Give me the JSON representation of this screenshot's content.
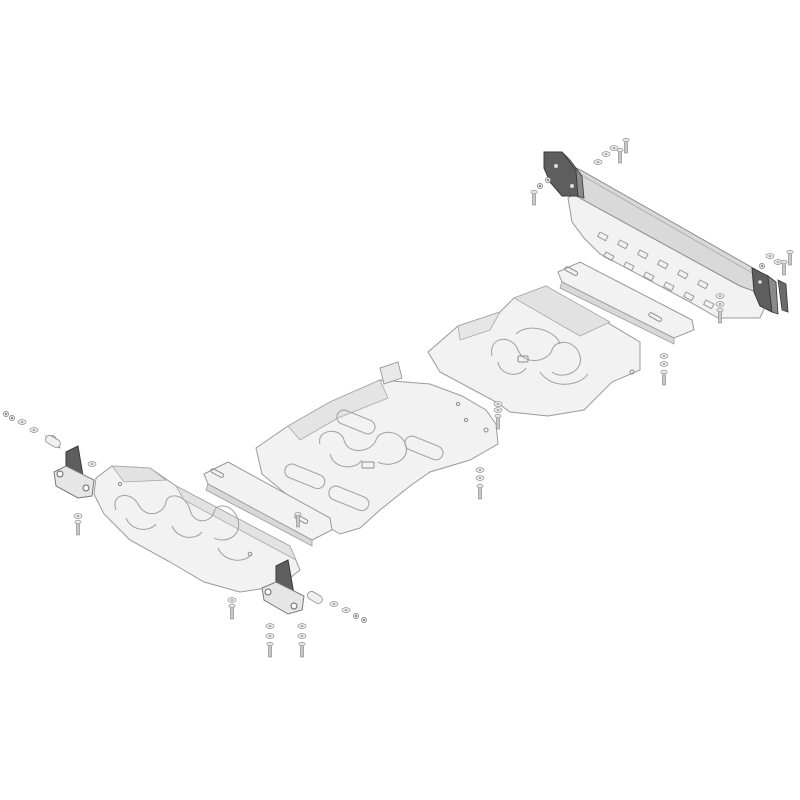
{
  "diagram": {
    "type": "exploded-assembly",
    "text_labels": [],
    "colors": {
      "background": "#ffffff",
      "plate_fill": "#f1f1f1",
      "plate_shade": "#dcdcdc",
      "outline": "#9a9a9a",
      "bracket_dark": "#5e5e5e",
      "bolt": "#b5b5b5"
    },
    "parts": [
      {
        "name": "front-bumper-bracket"
      },
      {
        "name": "front-skid-plate"
      },
      {
        "name": "front-plate-support-strip"
      },
      {
        "name": "engine-skid-plate"
      },
      {
        "name": "transmission-skid-plate"
      },
      {
        "name": "transfer-case-strip"
      },
      {
        "name": "rear-crossmember-plate"
      },
      {
        "name": "rear-crossmember-bar"
      },
      {
        "name": "mounting-hardware"
      }
    ]
  }
}
